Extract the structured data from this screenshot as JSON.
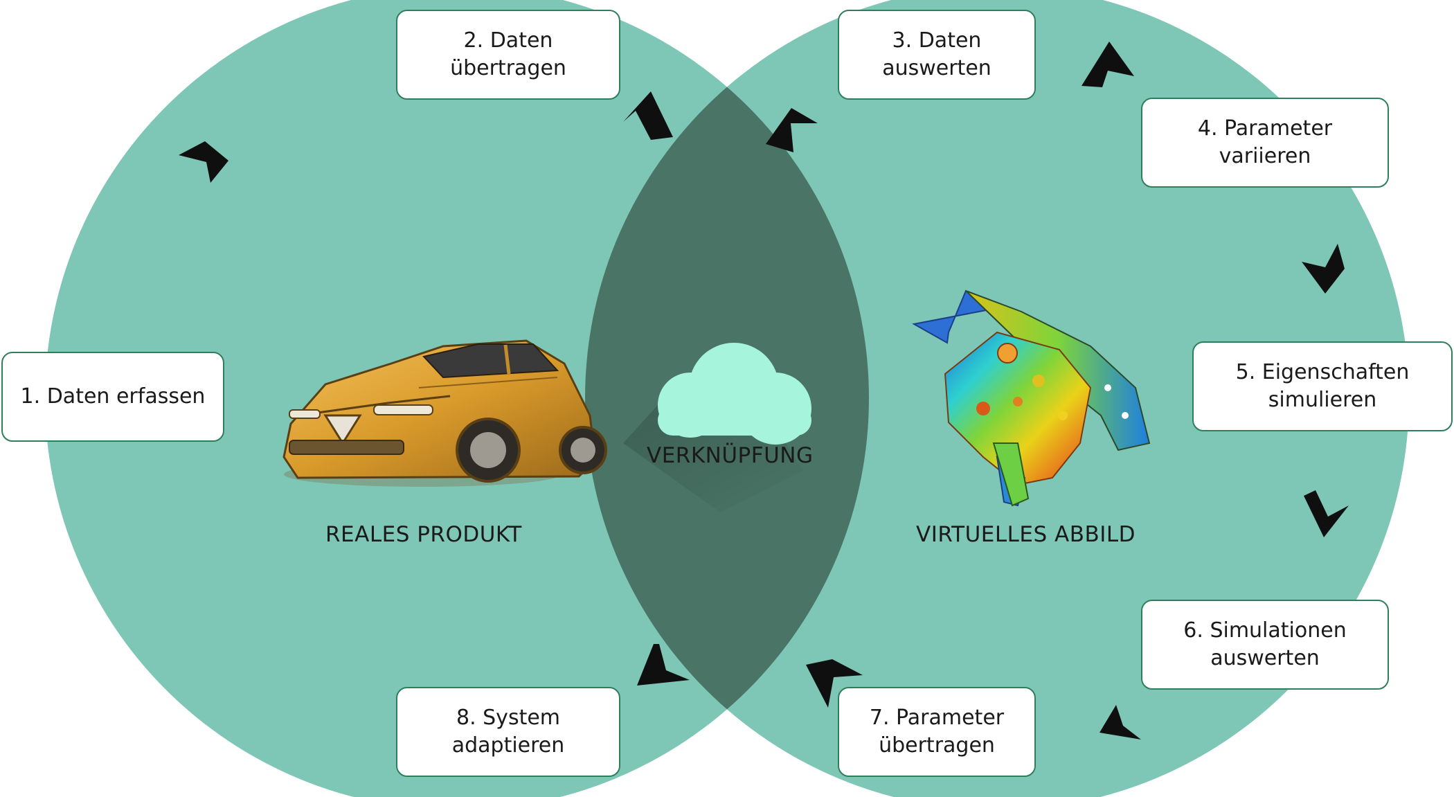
{
  "colors": {
    "circle": "#7ec7b6",
    "overlap": "#4a7566",
    "cloud": "#a7f4dc",
    "arrow": "#0f0f0f",
    "box_border": "#2e7d5b"
  },
  "steps": [
    {
      "label": "1. Daten erfassen"
    },
    {
      "label": "2. Daten\nübertragen"
    },
    {
      "label": "3. Daten\nauswerten"
    },
    {
      "label": "4. Parameter\nvariieren"
    },
    {
      "label": "5. Eigenschaften\nsimulieren"
    },
    {
      "label": "6. Simulationen\nauswerten"
    },
    {
      "label": "7. Parameter\nübertragen"
    },
    {
      "label": "8. System\nadaptieren"
    }
  ],
  "left_circle": {
    "label": "REALES PRODUKT",
    "image": "car-illustration"
  },
  "right_circle": {
    "label": "VIRTUELLES ABBILD",
    "image": "simulation-part-heatmap"
  },
  "center": {
    "label": "VERKNÜPFUNG",
    "icon": "cloud-icon"
  }
}
